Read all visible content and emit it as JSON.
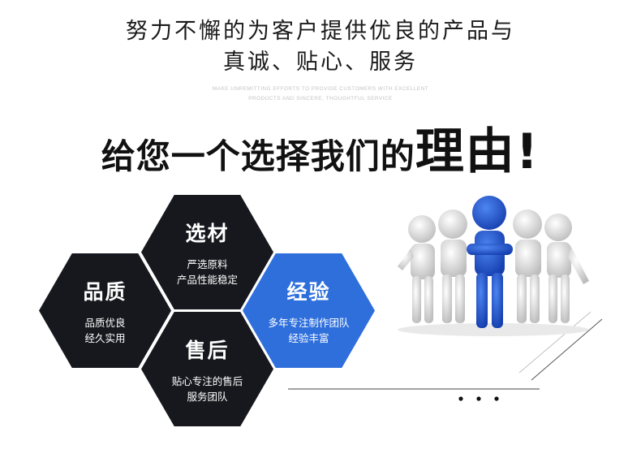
{
  "headline": {
    "line1": "努力不懈的为客户提供优良的产品与",
    "line2": "真诚、贴心、服务"
  },
  "tagline": {
    "line1": "MAKE UNREMITTING EFFORTS TO PROVIDE CUSTOMERS WITH EXCELLENT",
    "line2": "PRODUCTS AND SINCERE, THOUGHTFUL SERVICE"
  },
  "big": {
    "part1": "给您一个选择我们的",
    "part2": "理由!"
  },
  "hexagons": [
    {
      "title": "选材",
      "line1": "严选原料",
      "line2": "产品性能稳定",
      "color": "#16181d"
    },
    {
      "title": "品质",
      "line1": "品质优良",
      "line2": "经久实用",
      "color": "#16181d"
    },
    {
      "title": "经验",
      "line1": "多年专注制作团队",
      "line2": "经验丰富",
      "color": "#2f6fdc"
    },
    {
      "title": "售后",
      "line1": "贴心专注的售后",
      "line2": "服务团队",
      "color": "#16181d"
    }
  ],
  "illustration": {
    "name": "team-people-illustration",
    "leader_color": "#1f55d6",
    "member_color": "#e6e6e6"
  }
}
